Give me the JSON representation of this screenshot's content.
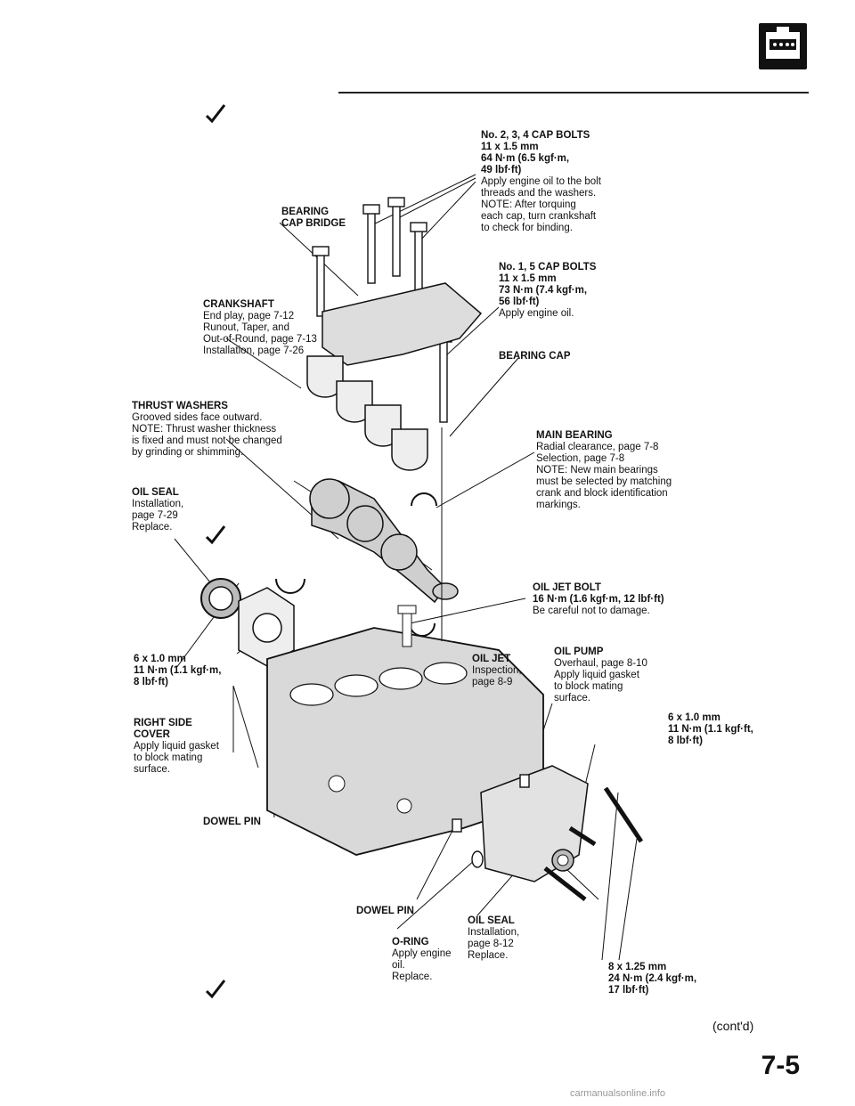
{
  "page": {
    "page_number": "7-5",
    "continued": "(cont'd)",
    "watermark": "carmanualsonline.info"
  },
  "labels": {
    "cap_bolts_234": {
      "title": "No. 2, 3, 4 CAP BOLTS",
      "bold_lines": [
        "11 x 1.5 mm",
        "64 N·m (6.5 kgf·m,",
        "49 lbf·ft)"
      ],
      "note": "Apply engine oil to the bolt\nthreads and the washers.\nNOTE: After torquing\neach cap, turn crankshaft\nto check for binding."
    },
    "bearing_cap_bridge": {
      "title": "BEARING",
      "title2": "CAP BRIDGE"
    },
    "cap_bolts_15": {
      "title": "No. 1, 5 CAP BOLTS",
      "bold_lines": [
        "11 x 1.5 mm",
        "73 N·m (7.4 kgf·m,",
        "56 lbf·ft)"
      ],
      "note": "Apply engine oil."
    },
    "crankshaft": {
      "title": "CRANKSHAFT",
      "note": "End play, page 7-12\nRunout, Taper, and\nOut-of-Round, page 7-13\nInstallation, page 7-26"
    },
    "bearing_cap": {
      "title": "BEARING CAP"
    },
    "thrust_washers": {
      "title": "THRUST WASHERS",
      "note": "Grooved sides face outward.\nNOTE: Thrust washer thickness\nis fixed and must not be changed\nby grinding or shimming."
    },
    "main_bearing": {
      "title": "MAIN BEARING",
      "note": "Radial clearance, page 7-8\nSelection, page 7-8\nNOTE: New main bearings\nmust be selected by matching\ncrank and block identification\nmarkings."
    },
    "oil_seal_top": {
      "title": "OIL SEAL",
      "note": "Installation,\npage 7-29\nReplace."
    },
    "oil_jet_bolt": {
      "title": "OIL JET BOLT",
      "bold_lines": [
        "16 N·m (1.6 kgf·m, 12 lbf·ft)"
      ],
      "note": "Be careful not to damage."
    },
    "oil_jet": {
      "title": "OIL JET",
      "note": "Inspection,\npage 8-9"
    },
    "oil_pump": {
      "title": "OIL PUMP",
      "note": "Overhaul, page 8-10\nApply liquid gasket\nto block mating\nsurface."
    },
    "bolt_left": {
      "bold_lines": [
        "6 x 1.0 mm",
        "11 N·m (1.1 kgf·m,",
        "8 lbf·ft)"
      ]
    },
    "right_side_cover": {
      "title": "RIGHT SIDE",
      "title2": "COVER",
      "note": "Apply liquid gasket\nto block mating\nsurface."
    },
    "bolt_right": {
      "bold_lines": [
        "6 x 1.0 mm",
        "11 N·m (1.1 kgf·ft,",
        "8 lbf·ft)"
      ]
    },
    "dowel_pin_1": {
      "title": "DOWEL PIN"
    },
    "dowel_pin_2": {
      "title": "DOWEL PIN"
    },
    "oil_seal_bottom": {
      "title": "OIL SEAL",
      "note": "Installation,\npage 8-12\nReplace."
    },
    "o_ring": {
      "title": "O-RING",
      "note": "Apply engine\noil.\nReplace."
    },
    "bolt_bottom": {
      "bold_lines": [
        "8 x 1.25 mm",
        "24 N·m (2.4 kgf·m,",
        "17 lbf·ft)"
      ]
    }
  }
}
